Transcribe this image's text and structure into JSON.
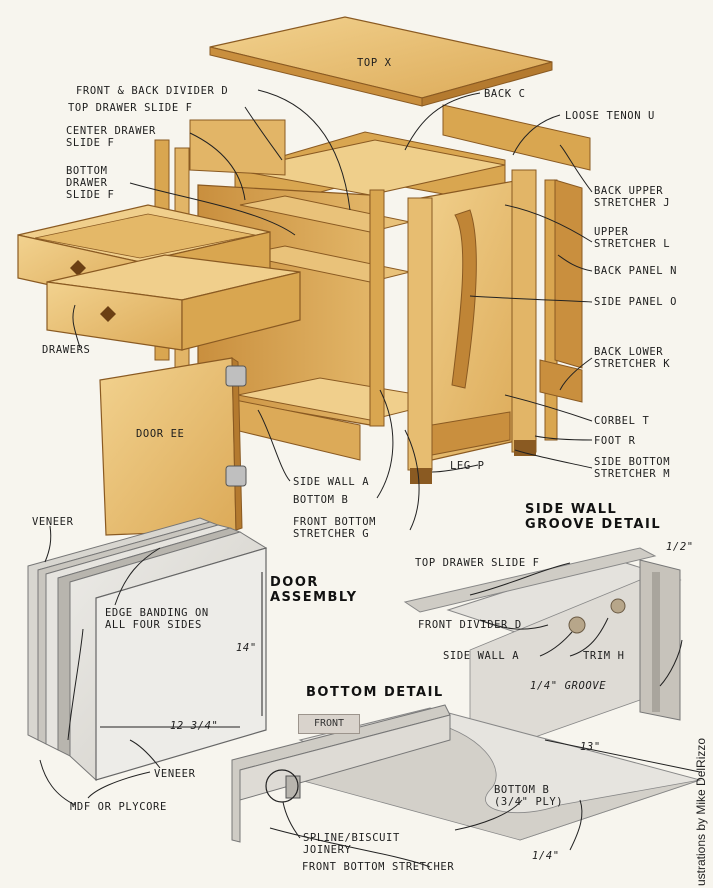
{
  "labels": {
    "top": "TOP X",
    "front_back_divider": "FRONT & BACK DIVIDER D",
    "top_drawer_slide": "TOP DRAWER SLIDE F",
    "center_drawer_slide": "CENTER DRAWER\nSLIDE F",
    "bottom_drawer_slide": "BOTTOM\nDRAWER\nSLIDE F",
    "back": "BACK C",
    "loose_tenon": "LOOSE TENON U",
    "back_upper_stretcher": "BACK UPPER\nSTRETCHER J",
    "upper_stretcher": "UPPER\nSTRETCHER L",
    "back_panel": "BACK PANEL N",
    "side_panel": "SIDE PANEL O",
    "back_lower_stretcher": "BACK LOWER\nSTRETCHER K",
    "corbel": "CORBEL T",
    "foot": "FOOT R",
    "side_bottom_stretcher": "SIDE BOTTOM\nSTRETCHER M",
    "leg": "LEG P",
    "side_wall": "SIDE WALL A",
    "bottom": "BOTTOM B",
    "front_bottom_stretcher": "FRONT BOTTOM\nSTRETCHER G",
    "drawers": "DRAWERS",
    "door": "DOOR EE"
  },
  "door_assembly": {
    "title": "DOOR\nASSEMBLY",
    "veneer_top": "VENEER",
    "edge_banding": "EDGE BANDING ON\nALL FOUR SIDES",
    "height": "14\"",
    "width": "12 3/4\"",
    "veneer_bottom": "VENEER",
    "core": "MDF OR PLYCORE"
  },
  "groove_detail": {
    "title": "SIDE WALL\nGROOVE DETAIL",
    "dim_half": "1/2\"",
    "top_drawer_slide": "TOP DRAWER SLIDE F",
    "front_divider": "FRONT DIVIDER D",
    "side_wall": "SIDE WALL A",
    "trim": "TRIM H",
    "groove": "1/4\" GROOVE"
  },
  "bottom_detail": {
    "title": "BOTTOM DETAIL",
    "front_tag": "FRONT",
    "dim_13": "13\"",
    "bottom_ply": "BOTTOM B\n(3/4\" PLY)",
    "spline": "SPLINE/BISCUIT\nJOINERY",
    "front_bottom_stretcher": "FRONT BOTTOM STRETCHER",
    "dim_quarter": "1/4\""
  },
  "credit": "ustrations by Mike DelRizzo",
  "colors": {
    "background": "#f7f5ee",
    "wood_light": "#ecc77f",
    "wood_mid": "#d9a650",
    "wood_dark": "#b47a2f",
    "wood_edge": "#8a5a22",
    "panel_grey": "#d8d6d0",
    "ink": "#1e1e1e"
  }
}
